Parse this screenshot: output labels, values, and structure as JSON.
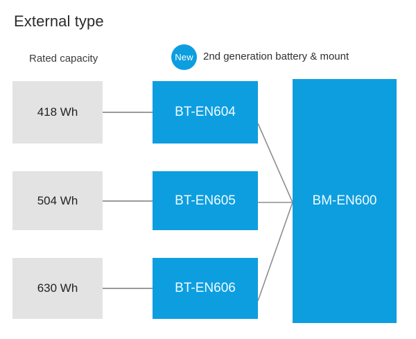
{
  "title": "External type",
  "columns": {
    "capacity_header": "Rated capacity",
    "new_badge": "New",
    "new_header_label": "2nd generation battery & mount"
  },
  "colors": {
    "accent_blue": "#0d9ee0",
    "capacity_gray": "#e3e3e3",
    "connector_gray": "#9a9a9a",
    "text_dark": "#231f20",
    "text_on_blue": "#f2fbff"
  },
  "rows": [
    {
      "capacity": "418 Wh",
      "battery": "BT-EN604"
    },
    {
      "capacity": "504 Wh",
      "battery": "BT-EN605"
    },
    {
      "capacity": "630 Wh",
      "battery": "BT-EN606"
    }
  ],
  "mount": {
    "label": "BM-EN600"
  },
  "chart_data": {
    "type": "diagram",
    "title": "External type",
    "description": "Compatibility diagram: three rated capacities map to three battery models, all of which connect to a single battery mount.",
    "columns": [
      "Rated capacity",
      "2nd generation battery & mount"
    ],
    "nodes": [
      {
        "id": "cap1",
        "label": "418 Wh",
        "column": "Rated capacity",
        "style": "gray"
      },
      {
        "id": "cap2",
        "label": "504 Wh",
        "column": "Rated capacity",
        "style": "gray"
      },
      {
        "id": "cap3",
        "label": "630 Wh",
        "column": "Rated capacity",
        "style": "gray"
      },
      {
        "id": "bt604",
        "label": "BT-EN604",
        "column": "battery",
        "style": "blue"
      },
      {
        "id": "bt605",
        "label": "BT-EN605",
        "column": "battery",
        "style": "blue"
      },
      {
        "id": "bt606",
        "label": "BT-EN606",
        "column": "battery",
        "style": "blue"
      },
      {
        "id": "bm600",
        "label": "BM-EN600",
        "column": "mount",
        "style": "blue"
      }
    ],
    "edges": [
      {
        "from": "cap1",
        "to": "bt604"
      },
      {
        "from": "cap2",
        "to": "bt605"
      },
      {
        "from": "cap3",
        "to": "bt606"
      },
      {
        "from": "bt604",
        "to": "bm600"
      },
      {
        "from": "bt605",
        "to": "bm600"
      },
      {
        "from": "bt606",
        "to": "bm600"
      }
    ]
  }
}
